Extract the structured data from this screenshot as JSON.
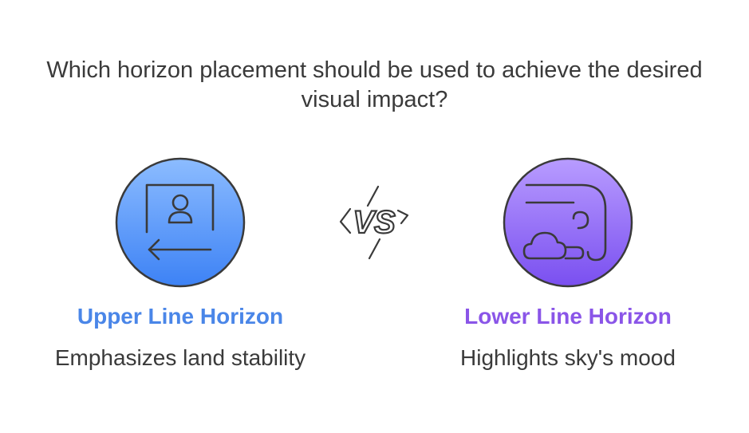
{
  "question": {
    "line1": "Which horizon placement should be used to achieve the desired",
    "line2": "visual impact?"
  },
  "options": [
    {
      "title": "Upper Line Horizon",
      "description": "Emphasizes land stability",
      "icon": "portrait-frame-arrow-left-icon",
      "color": "#4a86e8"
    },
    {
      "title": "Lower Line Horizon",
      "description": "Highlights sky's mood",
      "icon": "cloud-wind-icon",
      "color": "#8a55e8"
    }
  ],
  "versus": {
    "label": "VS",
    "icon": "versus-lightning-icon"
  },
  "colors": {
    "blue_light": "#7fb3ff",
    "blue_dark": "#3d82f5",
    "purple_light": "#b394ff",
    "purple_dark": "#7a4ff0",
    "outline": "#3a3a3a",
    "text": "#3a3a3a"
  }
}
